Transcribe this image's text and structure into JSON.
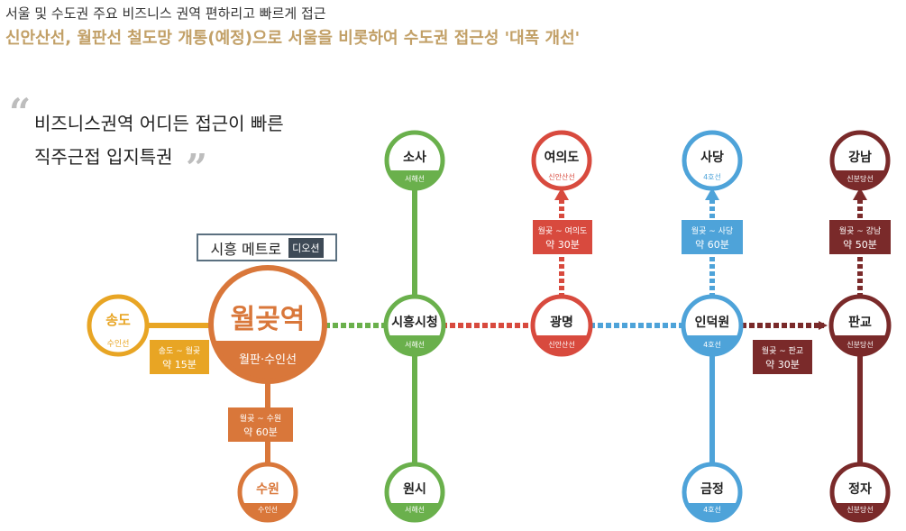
{
  "header": {
    "subtitle": "서울 및 수도권 주요 비즈니스 권역 편하리고 빠르게 접근",
    "headline": "신안산선, 월판선 철도망 개통(예정)으로 서울을 비롯하여 수도권 접근성 '대폭 개선'"
  },
  "quote": {
    "open_mark": "“",
    "line1": "비즈니스권역 어디든 접근이 빠른",
    "line2": "직주근접 입지특권",
    "close_mark": "”"
  },
  "metro_label": {
    "text": "시흥 메트로",
    "tag": "디오션"
  },
  "colors": {
    "suin": "#e8a524",
    "wolpan": "#d9773a",
    "seohae": "#6ab04c",
    "sinansan": "#d84a3e",
    "line4": "#4ea3d9",
    "sinbundang": "#7a2a2a"
  },
  "stations": {
    "songdo": {
      "name": "송도",
      "line": "수인선"
    },
    "wolgot": {
      "name": "월곶역",
      "line": "월판·수인선"
    },
    "suwon": {
      "name": "수원",
      "line": "수인선"
    },
    "siheung_city_hall": {
      "name": "시흥시청",
      "line": "서해선"
    },
    "sosa": {
      "name": "소사",
      "line": "서해선"
    },
    "wonsi": {
      "name": "원시",
      "line": "서해선"
    },
    "gwangmyeong": {
      "name": "광명",
      "line": "신안산선"
    },
    "yeouido": {
      "name": "여의도",
      "line": "신안산선"
    },
    "indeogwon": {
      "name": "인덕원",
      "line": "4호선"
    },
    "sadang": {
      "name": "사당",
      "line": "4호선"
    },
    "geumjeong": {
      "name": "금정",
      "line": "4호선"
    },
    "pangyo": {
      "name": "판교",
      "line": "신분당선"
    },
    "gangnam": {
      "name": "강남",
      "line": "신분당선"
    },
    "jeongja": {
      "name": "정자",
      "line": "신분당선"
    }
  },
  "travel_times": {
    "to_songdo": {
      "route": "송도 ~ 월곶",
      "time": "약 15분"
    },
    "to_suwon": {
      "route": "월곶 ~ 수원",
      "time": "약 60분"
    },
    "to_yeouido": {
      "route": "월곶 ~ 여의도",
      "time": "약 30분"
    },
    "to_sadang": {
      "route": "월곶 ~ 사당",
      "time": "약 60분"
    },
    "to_pangyo": {
      "route": "월곶 ~ 판교",
      "time": "약 30분"
    },
    "to_gangnam": {
      "route": "월곶 ~ 강남",
      "time": "약 50분"
    }
  }
}
